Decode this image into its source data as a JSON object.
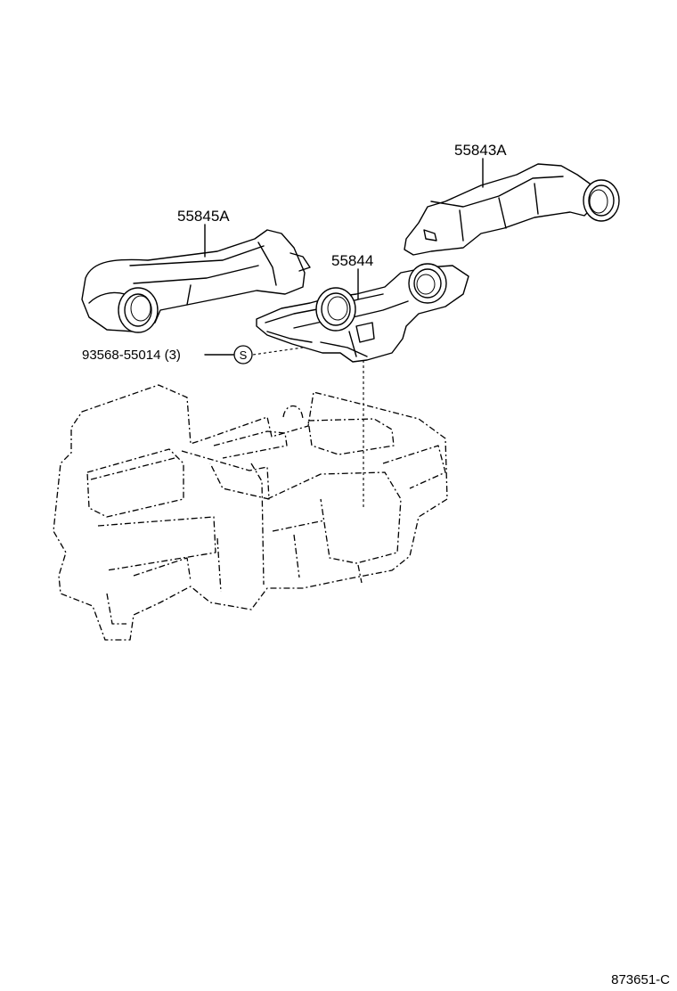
{
  "labels": {
    "duct_rear_right": "55843A",
    "duct_rear_left": "55845A",
    "duct_center": "55844",
    "screw": "93568-55014 (3)",
    "screw_symbol": "S",
    "figure_code": "873651-C"
  }
}
